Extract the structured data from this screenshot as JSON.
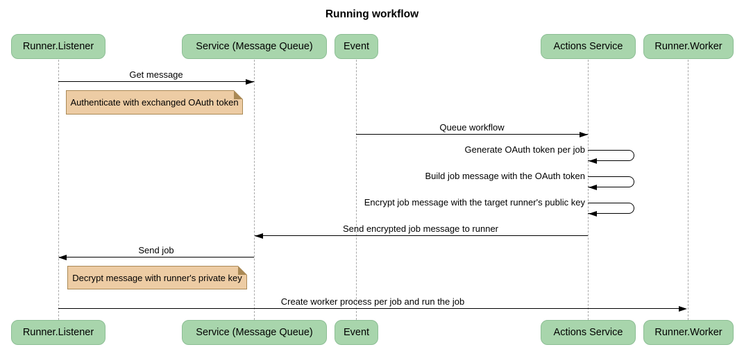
{
  "title": "Running workflow",
  "diagram_type": "sequence-diagram",
  "participants": [
    {
      "label": "Runner.Listener"
    },
    {
      "label": "Service (Message Queue)"
    },
    {
      "label": "Event"
    },
    {
      "label": "Actions Service"
    },
    {
      "label": "Runner.Worker"
    }
  ],
  "messages": [
    {
      "label": "Get message",
      "from": "Runner.Listener",
      "to": "Service (Message Queue)",
      "kind": "solid-arrow"
    },
    {
      "label": "Queue workflow",
      "from": "Event",
      "to": "Actions Service",
      "kind": "solid-arrow"
    },
    {
      "label": "Generate OAuth token per job",
      "from": "Actions Service",
      "to": "Actions Service",
      "kind": "self-message"
    },
    {
      "label": "Build job message with the OAuth token",
      "from": "Actions Service",
      "to": "Actions Service",
      "kind": "self-message"
    },
    {
      "label": "Encrypt job message with the target runner's public key",
      "from": "Actions Service",
      "to": "Actions Service",
      "kind": "self-message"
    },
    {
      "label": "Send encrypted job message to runner",
      "from": "Actions Service",
      "to": "Service (Message Queue)",
      "kind": "solid-arrow"
    },
    {
      "label": "Send job",
      "from": "Service (Message Queue)",
      "to": "Runner.Listener",
      "kind": "solid-arrow"
    },
    {
      "label": "Create worker process per job and run the job",
      "from": "Runner.Listener",
      "to": "Runner.Worker",
      "kind": "solid-arrow"
    }
  ],
  "notes": [
    {
      "label": "Authenticate with exchanged OAuth token",
      "position": "right of Runner.Listener"
    },
    {
      "label": "Decrypt message with runner's private key",
      "position": "right of Runner.Listener"
    }
  ],
  "colors": {
    "actor_fill": "#A8D5AC",
    "actor_border": "#8CBE94",
    "note_fill": "#EDCCA4",
    "note_border": "#AA8955",
    "lifeline": "#A9A9A9",
    "message": "#000000"
  }
}
